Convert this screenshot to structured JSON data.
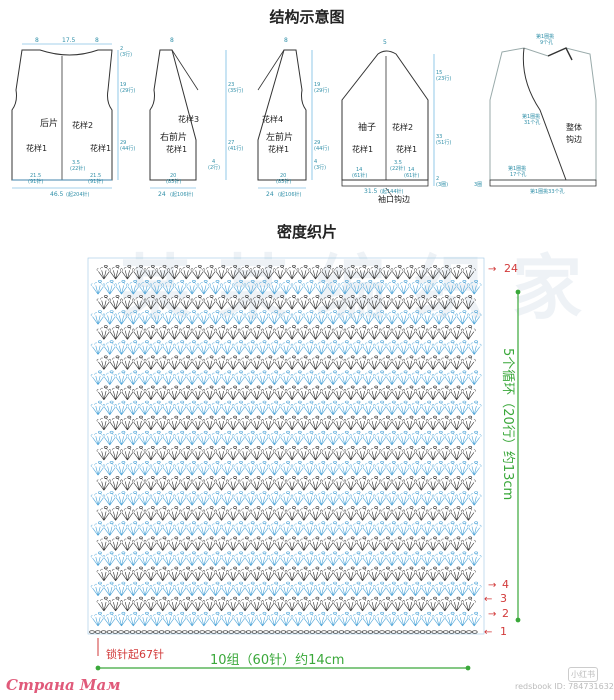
{
  "titles": {
    "structure": "结构示意图",
    "swatch": "密度织片"
  },
  "pieces": {
    "back": {
      "name": "后片",
      "pattern_main": "花样2",
      "pattern_left": "花样1",
      "pattern_right": "花样1",
      "top_dims": [
        "8",
        "17.5",
        "8"
      ],
      "side_dims": [
        "2",
        "(3行)",
        "19",
        "(29行)",
        "29",
        "(44行)"
      ],
      "bottom_dims": [
        "21.5",
        "(91针)",
        "3.5",
        "(22针)",
        "21.5",
        "(91针)"
      ],
      "width_total": "46.5",
      "width_total_st": "(起204针)"
    },
    "right_front": {
      "name": "右前片",
      "pattern_main": "花样3",
      "pattern_sub": "花样1",
      "top_dims": [
        "8"
      ],
      "side_dims": [
        "23",
        "(35行)",
        "27",
        "(41行)",
        "4",
        "(2行)"
      ],
      "bottom_dims": [
        "20",
        "(85针)"
      ],
      "width_total": "24",
      "width_total_st": "(起106针)"
    },
    "left_front": {
      "name": "左前片",
      "pattern_main": "花样4",
      "pattern_sub": "花样1",
      "top_dims": [
        "8"
      ],
      "side_dims": [
        "19",
        "(29行)",
        "29",
        "(44行)",
        "4",
        "(3行)"
      ],
      "bottom_dims": [
        "20",
        "(85针)"
      ],
      "width_total": "24",
      "width_total_st": "(起106针)"
    },
    "sleeve": {
      "name": "袖子",
      "pattern_main": "花样2",
      "pattern_left": "花样1",
      "pattern_right": "花样1",
      "top_dims": [
        "5"
      ],
      "side_dims": [
        "15",
        "(23行)",
        "33",
        "(51行)",
        "2",
        "(3圈)"
      ],
      "bottom_dims": [
        "14",
        "(61针)",
        "3.5",
        "(22针)",
        "14",
        "(61针)"
      ],
      "width_total": "31.5",
      "width_total_st": "(起144针)",
      "cuff_label": "袖口钩边"
    },
    "assembled": {
      "top_label": "第1圈挑",
      "top_label2": "9个孔",
      "collar_label": "第1圈挑",
      "collar_label2": "31个孔",
      "edge_label": "整体",
      "edge_label2": "钩边",
      "left_label": "第1圈挑",
      "left_label2": "17个孔",
      "bottom_label": "第1圈挑33个孔",
      "side_num": "3圈"
    }
  },
  "swatch": {
    "rows_top": "24",
    "row_markers": [
      "4",
      "3",
      "2",
      "1"
    ],
    "vertical_label": "5个循环（20行）约13cm",
    "chain_label": "锁针起67针",
    "horizontal_label": "10组（60针）约14cm",
    "group_count": 10,
    "row_count": 24
  },
  "watermark": "某某编织家",
  "brand": "Страна Мам",
  "brand_id": "redsbook ID: 784731632",
  "brand_app": "小红书",
  "colors": {
    "blue": "#4aa3d8",
    "dark": "#333333",
    "green": "#3aa83a",
    "red": "#d23a3a",
    "dim": "#2f8fa8"
  }
}
